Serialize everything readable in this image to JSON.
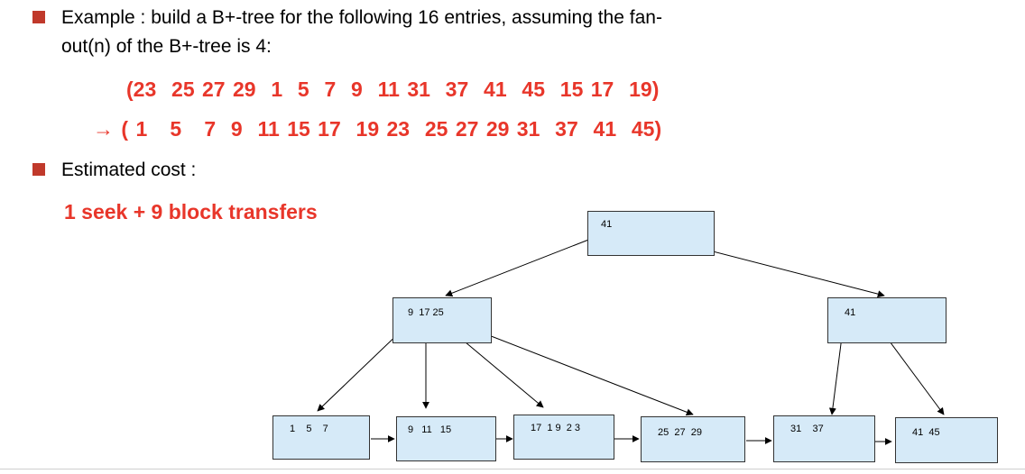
{
  "slide": {
    "bullet1_line1": "Example : build a B+-tree for the following 16 entries, assuming the fan-",
    "bullet1_line2": "out(n) of the B+-tree is 4:",
    "sequence_unsorted": "(23  25 27 29  1  5  7  9  11 31  37  41  45  15 17  19)",
    "sequence_sorted": "→ ( 1   5   7  9  11 15 17  19 23  25 27 29 31  37  41  45)",
    "bullet2": "Estimated cost :",
    "cost": "1 seek + 9 block transfers"
  },
  "tree": {
    "root": "41",
    "internal_left": "9  17 25",
    "internal_right": "41",
    "leaves": [
      "1    5    7",
      "9   11   15",
      "17  1 9  2 3",
      "25  27  29",
      "31    37",
      "41  45"
    ]
  },
  "colors": {
    "bullet": "#c0392b",
    "highlight_text": "#e8362a",
    "node_fill": "#d6eaf8"
  }
}
